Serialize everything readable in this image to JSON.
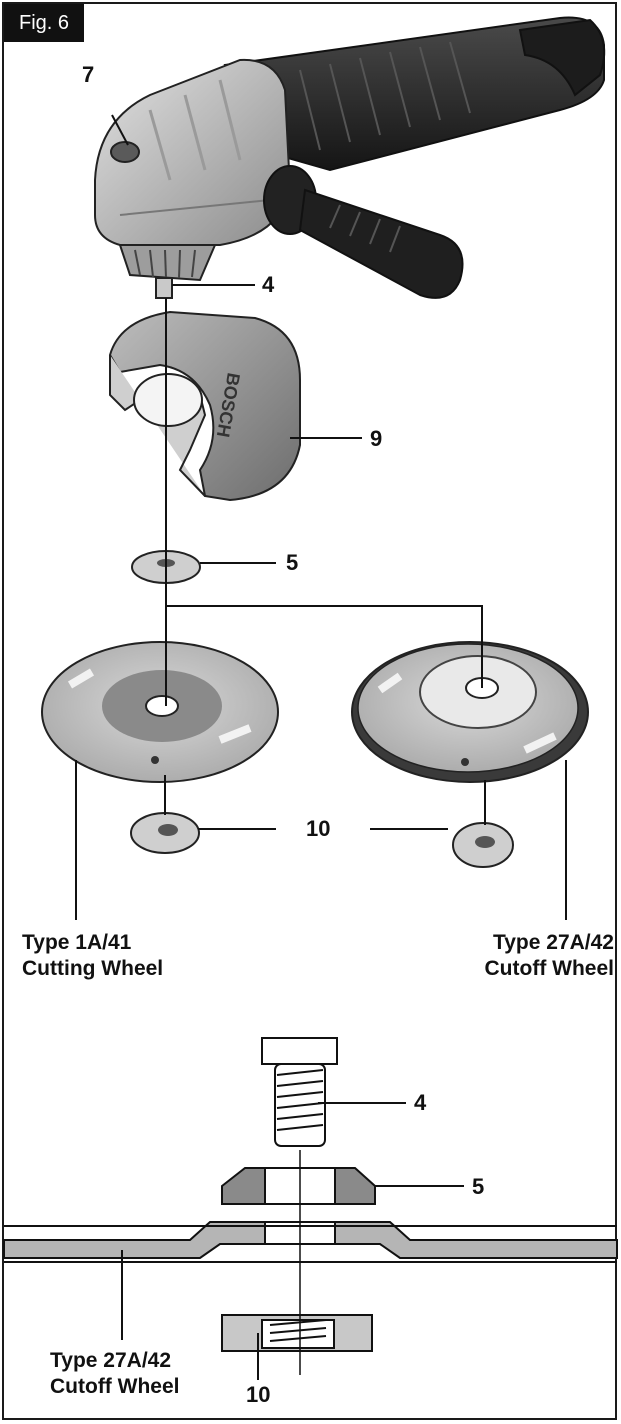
{
  "figure": {
    "label": "Fig. 6"
  },
  "callouts": {
    "spindle_top": "7",
    "spindle": "4",
    "guard": "9",
    "flange": "5",
    "locknut": "10",
    "bolt_detail": "4",
    "flange_detail": "5",
    "locknut_detail": "10"
  },
  "captions": {
    "type1": {
      "line1": "Type 1A/41",
      "line2": "Cutting Wheel"
    },
    "type27": {
      "line1": "Type 27A/42",
      "line2": "Cutoff Wheel"
    },
    "detail": {
      "line1": "Type 27A/42",
      "line2": "Cutoff Wheel"
    }
  },
  "brand": {
    "wheel_text": "BOSCH"
  },
  "colors": {
    "outline": "#1a1a1a",
    "metal": "#b9b9b9",
    "metal_dark": "#8a8a8a",
    "tool_body": "#2a2a2a"
  }
}
